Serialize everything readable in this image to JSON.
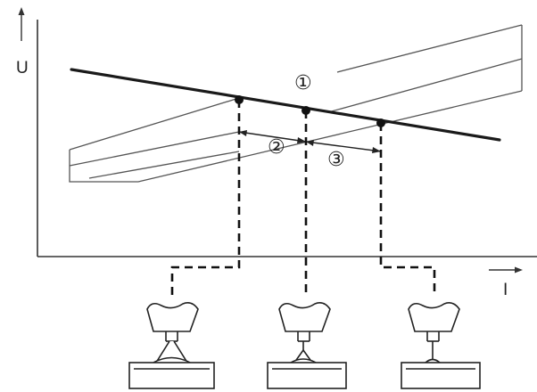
{
  "diagram": {
    "axes": {
      "y_label": "U",
      "x_label": "I"
    },
    "markers": {
      "m1": "①",
      "m2": "②",
      "m3": "③"
    }
  }
}
